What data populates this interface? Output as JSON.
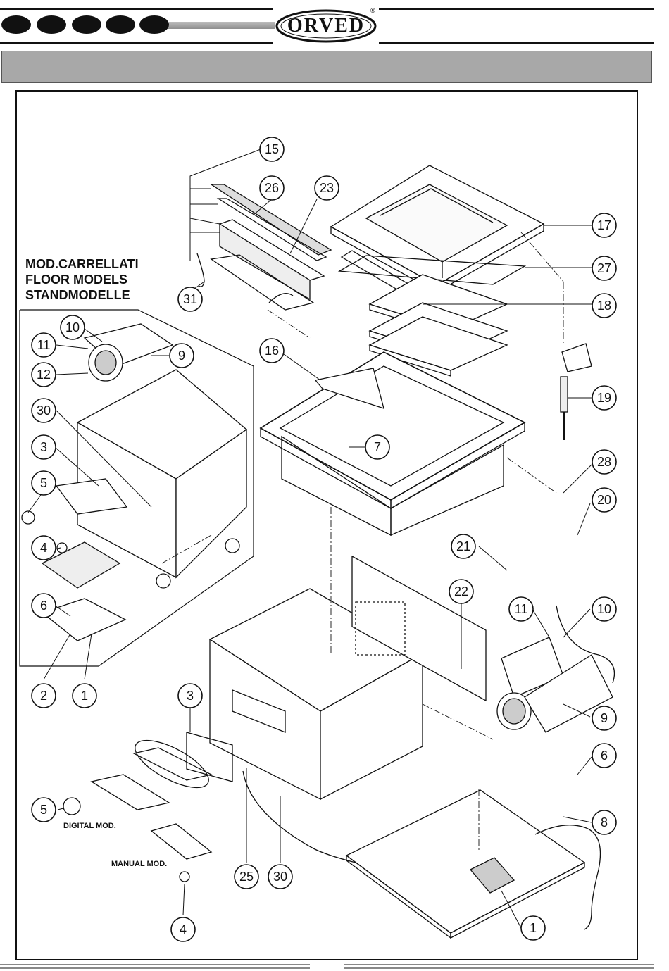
{
  "header": {
    "logo_text": "ORVED",
    "registered_mark": "®",
    "title_bar_text": ""
  },
  "labels": {
    "stand_models": [
      "MOD.CARRELLATI",
      "FLOOR MODELS",
      "STANDMODELLE"
    ],
    "digital_mod": "DIGITAL MOD.",
    "manual_mod": "MANUAL MOD."
  },
  "callouts": {
    "c15": "15",
    "c26": "26",
    "c23": "23",
    "c31": "31",
    "c17": "17",
    "c27": "27",
    "c18": "18",
    "c16": "16",
    "c19": "19",
    "c7": "7",
    "c28": "28",
    "c20": "20",
    "c21": "21",
    "c22": "22",
    "c11b": "11",
    "c10b": "10",
    "c9b": "9",
    "c6b": "6",
    "c8": "8",
    "c1b": "1",
    "c3b": "3",
    "c5b": "5",
    "c4b": "4",
    "c25": "25",
    "c30b": "30",
    "c10a": "10",
    "c11a": "11",
    "c12": "12",
    "c9a": "9",
    "c30a": "30",
    "c3a": "3",
    "c5a": "5",
    "c4a": "4",
    "c6a": "6",
    "c2": "2",
    "c1a": "1"
  },
  "colors": {
    "ink": "#111111",
    "title_bar": "#a8a8a8",
    "page": "#ffffff"
  }
}
